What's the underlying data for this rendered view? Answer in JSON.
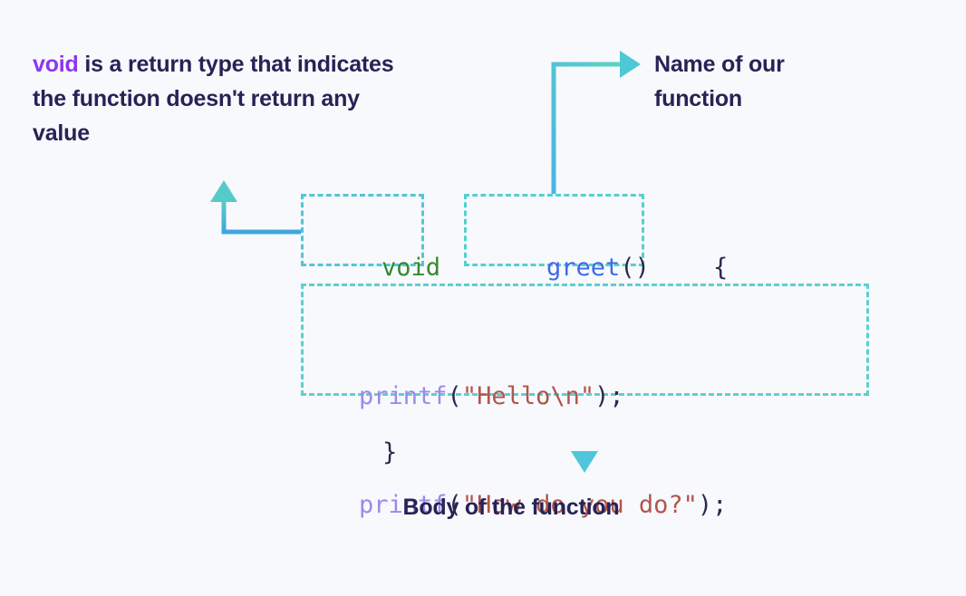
{
  "theme": {
    "background": "#f8f9fd",
    "text_dark": "#262355",
    "accent_purple": "#8c36f0",
    "accent_teal": "#5ad1cf",
    "accent_blue": "#4aa8de",
    "dash_border": "#51c6d8",
    "code_type_green": "#37882f",
    "code_fn_blue": "#4169e8",
    "code_call_purple": "#9b8ae8",
    "code_string_red": "#b1554c",
    "code_punct": "#2d2a4e"
  },
  "annotations": {
    "return_type": {
      "keyword": "void",
      "rest": " is a return type that indicates the function doesn't return any value"
    },
    "function_name": "Name of our\nfunction",
    "function_body": "Body of the function"
  },
  "code": {
    "signature": {
      "return_type": "void",
      "name": "greet",
      "parens": "()",
      "brace_open": "{"
    },
    "body_lines": [
      {
        "call": "printf",
        "open_paren": "(",
        "string": "\"Hello\\n\"",
        "close": ");"
      },
      {
        "call": "printf",
        "open_paren": "(",
        "string": "\"How do you do?\"",
        "close": ");"
      }
    ],
    "brace_close": "}"
  },
  "highlight_boxes": [
    {
      "name": "return-type-box",
      "target": "void"
    },
    {
      "name": "function-name-box",
      "target": "greet()"
    },
    {
      "name": "function-body-box",
      "target": "printf statements"
    }
  ],
  "connectors": [
    {
      "name": "return-type-connector",
      "direction": "up-left",
      "from": "return-type-box",
      "to": "return_type annotation"
    },
    {
      "name": "function-name-connector",
      "direction": "up-right",
      "from": "function-name-box",
      "to": "function_name annotation"
    },
    {
      "name": "function-body-connector",
      "direction": "down",
      "from": "function-body-box",
      "to": "function_body annotation"
    }
  ]
}
